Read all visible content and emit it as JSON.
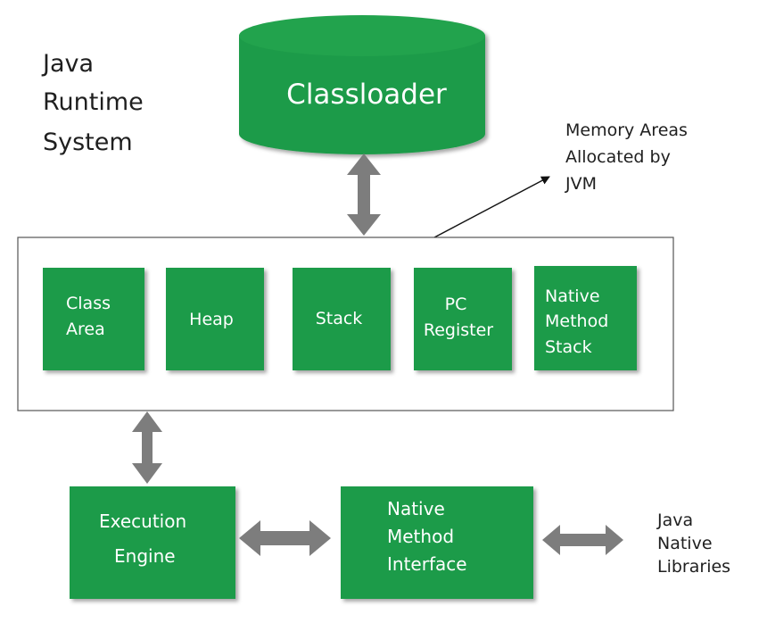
{
  "diagram": {
    "title_lines": [
      "Java",
      "Runtime",
      "System"
    ],
    "classloader": "Classloader",
    "memory_note_lines": [
      "Memory Areas",
      "Allocated by",
      "JVM"
    ],
    "memory_areas": [
      {
        "lines": [
          "Class",
          "Area"
        ]
      },
      {
        "lines": [
          "Heap"
        ]
      },
      {
        "lines": [
          "Stack"
        ]
      },
      {
        "lines": [
          "PC",
          "Register"
        ]
      },
      {
        "lines": [
          "Native",
          "Method",
          "Stack"
        ]
      }
    ],
    "execution_engine_lines": [
      "Execution",
      "Engine"
    ],
    "native_interface_lines": [
      "Native",
      "Method",
      "Interface"
    ],
    "native_libraries_lines": [
      "Java",
      "Native",
      "Libraries"
    ]
  },
  "colors": {
    "green": "#1f9b48",
    "green_dark": "#168a3c",
    "arrow_gray": "#7d7d7d",
    "border": "#555555"
  }
}
